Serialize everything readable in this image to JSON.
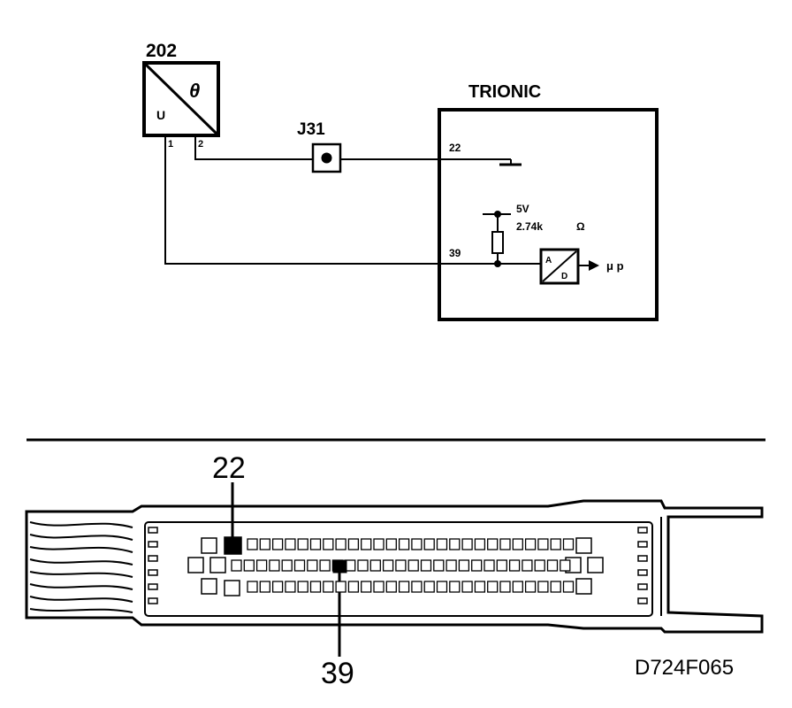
{
  "schematic": {
    "sensor": {
      "id": "202",
      "symbol_top": "θ",
      "symbol_bottom": "U",
      "pin1": "1",
      "pin2": "2"
    },
    "junction": {
      "id": "J31"
    },
    "ecu": {
      "name": "TRIONIC",
      "pin_ground": "22",
      "pin_signal": "39",
      "supply": "5V",
      "resistor_value": "2.74k",
      "resistor_unit": "Ω",
      "adc_in": "A",
      "adc_out": "D",
      "output": "μ p"
    }
  },
  "connector": {
    "callout_top": "22",
    "callout_bottom": "39",
    "reference": "D724F065"
  }
}
